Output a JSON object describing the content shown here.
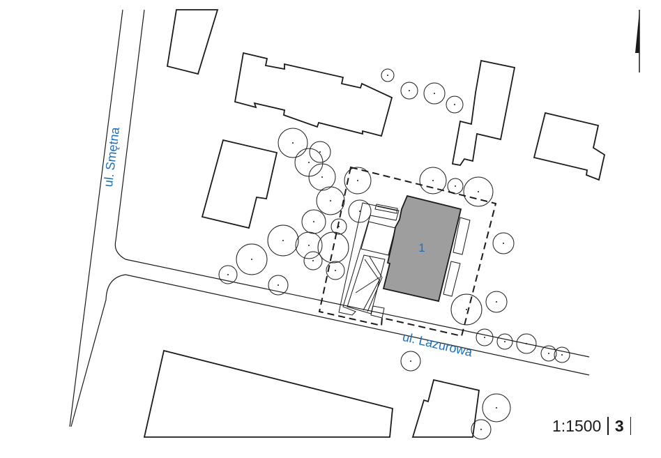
{
  "streets": {
    "vertical": "ul. Smętna",
    "horizontal": "ul. Lazurowa"
  },
  "building": {
    "number": "1",
    "fill_color": "#9e9e9e"
  },
  "scale": "1:1500",
  "page_number": "3",
  "colors": {
    "label_blue": "#1f6fb8",
    "line": "#1a1a1a"
  },
  "icons": [
    "north-arrow-icon"
  ]
}
